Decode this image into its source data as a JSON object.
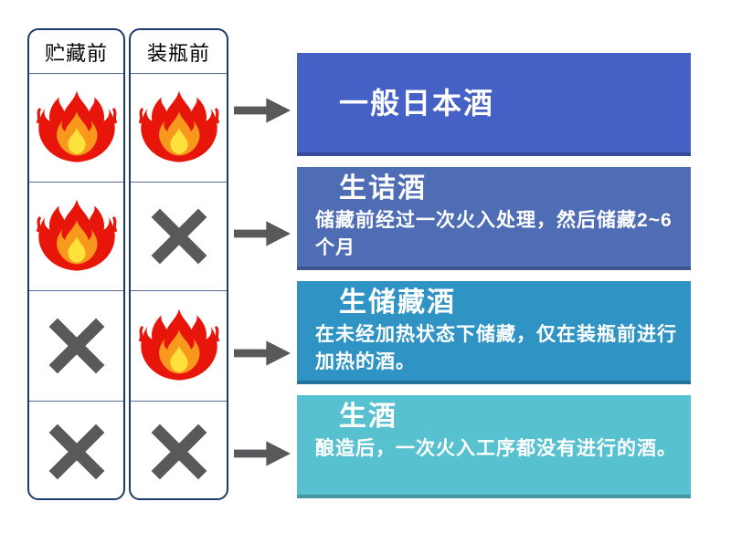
{
  "diagram": {
    "table": {
      "headers": [
        "贮藏前",
        "装瓶前"
      ],
      "rows": [
        {
          "before_storage": "fire",
          "before_bottling": "fire"
        },
        {
          "before_storage": "fire",
          "before_bottling": "none"
        },
        {
          "before_storage": "none",
          "before_bottling": "fire"
        },
        {
          "before_storage": "none",
          "before_bottling": "none"
        }
      ]
    },
    "results": [
      {
        "title": "一般日本酒",
        "description": "",
        "bg": "#4561c6"
      },
      {
        "title": "生诘酒",
        "description": "储藏前经过一次火入处理，然后储藏2~6个月",
        "bg": "#4e6db5"
      },
      {
        "title": "生储藏酒",
        "description": "在未经加热状态下储藏，仅在装瓶前进行加热的酒。",
        "bg": "#2f93c4"
      },
      {
        "title": "生酒",
        "description": "酿造后，一次火入工序都没有进行的酒。",
        "bg": "#58c1d0"
      }
    ],
    "colors": {
      "table_border": "#1d3a6d",
      "divider": "#5a6d92",
      "mark_gray": "#595959",
      "fire_red": "#e8150b",
      "fire_orange": "#f8991d",
      "fire_yellow": "#ffe13c"
    }
  }
}
